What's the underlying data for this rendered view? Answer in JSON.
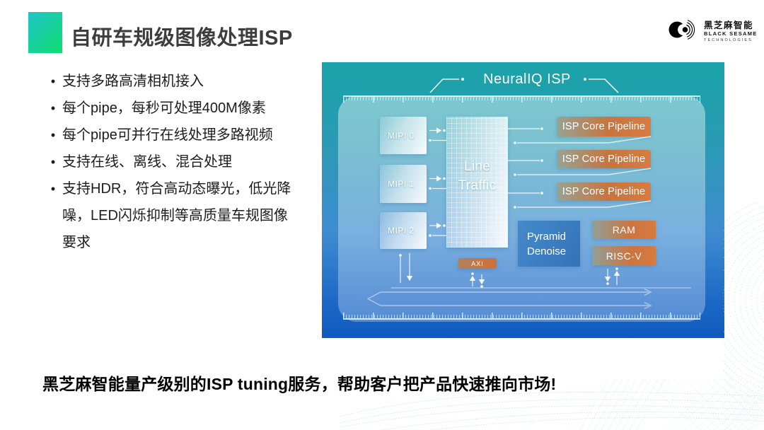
{
  "slide": {
    "title": "自研车规级图像处理ISP",
    "tagline": "黑芝麻智能量产级别的ISP tuning服务，帮助客户把产品快速推向市场!"
  },
  "logo": {
    "name_cn": "黑芝麻智能",
    "name_en": "BLACK SESAME",
    "name_sub": "TECHNOLOGIES"
  },
  "bullets": [
    "支持多路高清相机接入",
    "每个pipe，每秒可处理400M像素",
    "每个pipe可并行在线处理多路视频",
    "支持在线、离线、混合处理",
    "支持HDR，符合高动态曝光，低光降噪，LED闪烁抑制等高质量车规图像要求"
  ],
  "diagram": {
    "title": "NeuralIQ ISP",
    "mipi": [
      "MIPI 0",
      "MIPI 1",
      "MIPI 2"
    ],
    "line_traffic": "Line Traffic",
    "axi": "AXI",
    "pipelines": [
      "ISP Core Pipeline",
      "ISP Core Pipeline",
      "ISP Core Pipeline"
    ],
    "pyramid": "Pyramid Denoise",
    "ram": "RAM",
    "riscv": "RISC-V"
  },
  "colors": {
    "accent_teal": "#21c4c9",
    "accent_green": "#0edf6f",
    "panel_top": "#19a3a7",
    "panel_bottom": "#0f5abd",
    "pipeline_orange": "#d77c41",
    "pyramid_blue": "#3a7ec4"
  }
}
